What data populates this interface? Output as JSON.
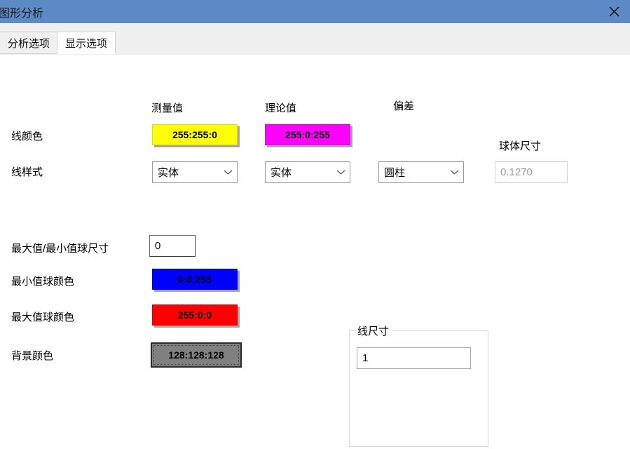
{
  "window": {
    "title": "图形分析",
    "titlebar_color": "#5b8ac5",
    "close_icon": "close-icon"
  },
  "tabs": [
    {
      "label": "分析选项",
      "active": false
    },
    {
      "label": "显示选项",
      "active": true
    }
  ],
  "columns": {
    "measured": "测量值",
    "theoretical": "理论值",
    "deviation": "偏差"
  },
  "rows": {
    "line_color": {
      "label": "线颜色",
      "measured": {
        "value": "255:255:0",
        "color": "#ffff00"
      },
      "theoretical": {
        "value": "255:0:255",
        "color": "#ff00ff"
      }
    },
    "line_style": {
      "label": "线样式",
      "measured": "实体",
      "theoretical": "实体",
      "deviation": "圆柱"
    },
    "minmax_ball_size": {
      "label": "最大值/最小值球尺寸",
      "value": "0"
    },
    "min_ball_color": {
      "label": "最小值球颜色",
      "value": "0:0:255",
      "color": "#0000ff"
    },
    "max_ball_color": {
      "label": "最大值球颜色",
      "value": "255:0:0",
      "color": "#ff0000"
    },
    "background_color": {
      "label": "背景颜色",
      "value": "128:128:128",
      "color": "#808080"
    }
  },
  "sphere_size": {
    "label": "球体尺寸",
    "value": "0.1270"
  },
  "line_size_group": {
    "label": "线尺寸",
    "value": "1"
  }
}
